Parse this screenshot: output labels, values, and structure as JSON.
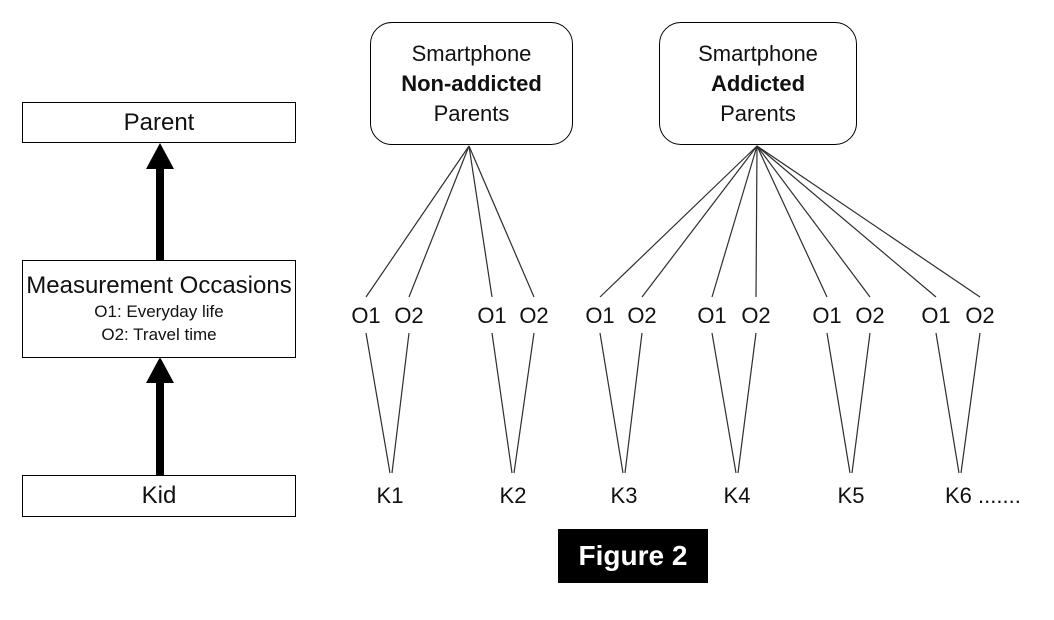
{
  "caption": "Figure 2",
  "colors": {
    "background": "#ffffff",
    "line": "#2e2e2e",
    "border": "#000000",
    "text": "#111111",
    "caption_bg": "#000000",
    "caption_fg": "#ffffff"
  },
  "left_flow": {
    "parent": "Parent",
    "measurement_title": "Measurement Occasions",
    "measurement_o1": "O1: Everyday life",
    "measurement_o2": "O2: Travel time",
    "kid": "Kid"
  },
  "parent_groups": [
    {
      "line1": "Smartphone",
      "line2": "Non-addicted",
      "line3": "Parents"
    },
    {
      "line1": "Smartphone",
      "line2": "Addicted",
      "line3": "Parents"
    }
  ],
  "occasion_pairs": [
    {
      "o1": "O1",
      "o2": "O2"
    },
    {
      "o1": "O1",
      "o2": "O2"
    },
    {
      "o1": "O1",
      "o2": "O2"
    },
    {
      "o1": "O1",
      "o2": "O2"
    },
    {
      "o1": "O1",
      "o2": "O2"
    },
    {
      "o1": "O1",
      "o2": "O2"
    }
  ],
  "kids": [
    "K1",
    "K2",
    "K3",
    "K4",
    "K5",
    "K6 ......."
  ]
}
